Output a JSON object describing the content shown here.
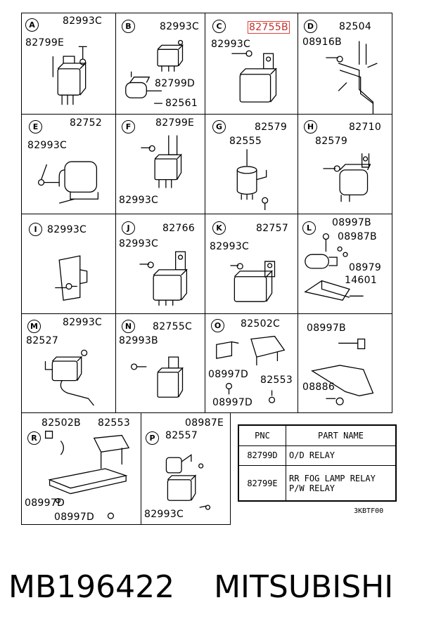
{
  "cells": {
    "A": {
      "badge": "A",
      "labels": [
        "82993C",
        "82799E"
      ]
    },
    "B": {
      "badge": "B",
      "labels": [
        "82993C",
        "82799D",
        "82561"
      ]
    },
    "C": {
      "badge": "C",
      "labels": [
        "82755B",
        "82993C"
      ]
    },
    "D": {
      "badge": "D",
      "labels": [
        "82504",
        "08916B"
      ]
    },
    "E": {
      "badge": "E",
      "labels": [
        "82752",
        "82993C"
      ]
    },
    "F": {
      "badge": "F",
      "labels": [
        "82799E",
        "82993C"
      ]
    },
    "G": {
      "badge": "G",
      "labels": [
        "82579",
        "82555"
      ]
    },
    "H": {
      "badge": "H",
      "labels": [
        "82710",
        "82579"
      ]
    },
    "I": {
      "badge": "I",
      "labels": [
        "82993C"
      ]
    },
    "J": {
      "badge": "J",
      "labels": [
        "82766",
        "82993C"
      ]
    },
    "K": {
      "badge": "K",
      "labels": [
        "82757",
        "82993C"
      ]
    },
    "L": {
      "badge": "L",
      "labels": [
        "08997B",
        "08987B",
        "08979",
        "14601"
      ]
    },
    "M": {
      "badge": "M",
      "labels": [
        "82993C",
        "82527"
      ]
    },
    "N": {
      "badge": "N",
      "labels": [
        "82755C",
        "82993B"
      ]
    },
    "O": {
      "badge": "O",
      "labels": [
        "82502C",
        "08997D",
        "82553",
        "08997D"
      ]
    },
    "L2": {
      "labels": [
        "08997B",
        "08886"
      ]
    },
    "R": {
      "badge": "R",
      "labels": [
        "82502B",
        "82553",
        "08997D",
        "08997D"
      ]
    },
    "P": {
      "badge": "P",
      "labels": [
        "08987E",
        "82557",
        "82993C"
      ]
    }
  },
  "highlight_color": "#e0403a",
  "table": {
    "headers": [
      "PNC",
      "PART NAME"
    ],
    "rows": [
      {
        "pnc": "82799D",
        "name": "O/D RELAY"
      },
      {
        "pnc": "82799E",
        "name": "RR FOG LAMP RELAY\nP/W RELAY"
      }
    ]
  },
  "diagram_code": "3KBTF00",
  "footer": {
    "part_number": "MB196422",
    "brand": "MITSUBISHI"
  }
}
